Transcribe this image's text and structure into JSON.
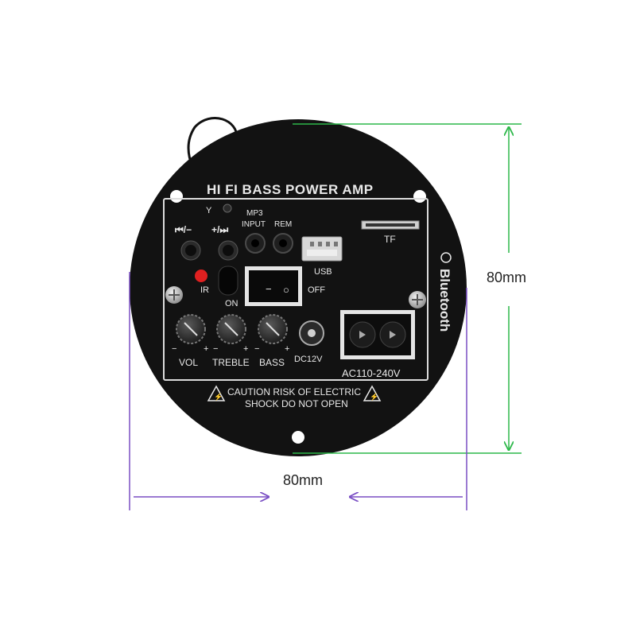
{
  "panel": {
    "title": "HI FI BASS POWER AMP",
    "antenna_symbol": "Y",
    "prev_label": "⏮/−",
    "next_label": "+/⏭",
    "mp3_line1": "MP3",
    "mp3_line2": "INPUT",
    "rem_label": "REM",
    "usb_label": "USB",
    "tf_label": "TF",
    "ir_label": "IR",
    "on_label": "ON",
    "off_label": "OFF",
    "vol_label": "VOL",
    "treble_label": "TREBLE",
    "bass_label": "BASS",
    "minus_sign": "−",
    "plus_sign": "+",
    "dc_label": "DC12V",
    "ac_label": "AC110-240V",
    "bluetooth_label": "Bluetooth",
    "caution_line1": "CAUTION RISK OF ELECTRIC",
    "caution_line2": "SHOCK DO NOT OPEN",
    "switch_off_mark": "−",
    "switch_on_mark": "○"
  },
  "dimensions": {
    "height_label": "80mm",
    "width_label": "80mm"
  },
  "colors": {
    "panel": "#121212",
    "height_line": "#2db84a",
    "width_line": "#7a4fc4",
    "ir_led": "#e02020"
  }
}
